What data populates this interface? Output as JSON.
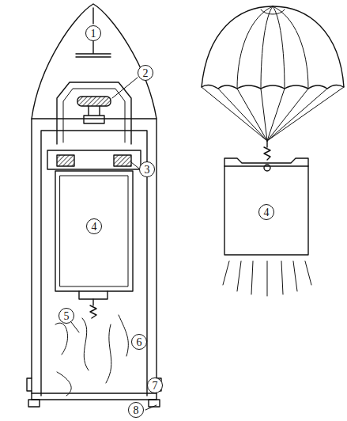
{
  "diagram": {
    "labels": [
      "1",
      "2",
      "3",
      "4",
      "5",
      "6",
      "7",
      "8",
      "4"
    ]
  }
}
